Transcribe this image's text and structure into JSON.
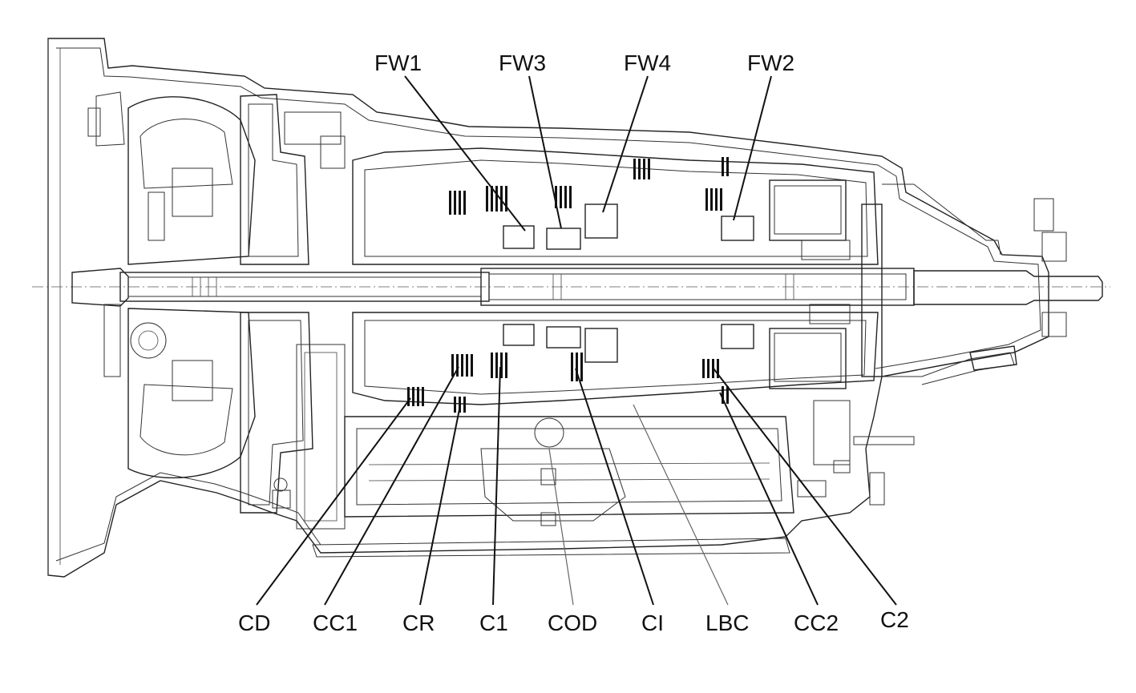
{
  "labels_top": [
    "FW1",
    "FW3",
    "FW4",
    "FW2"
  ],
  "labels_bottom": [
    "CD",
    "CC1",
    "CR",
    "C1",
    "COD",
    "CI",
    "LBC",
    "CC2",
    "C2"
  ],
  "colors": {
    "ink": "#111111",
    "background": "#ffffff"
  }
}
